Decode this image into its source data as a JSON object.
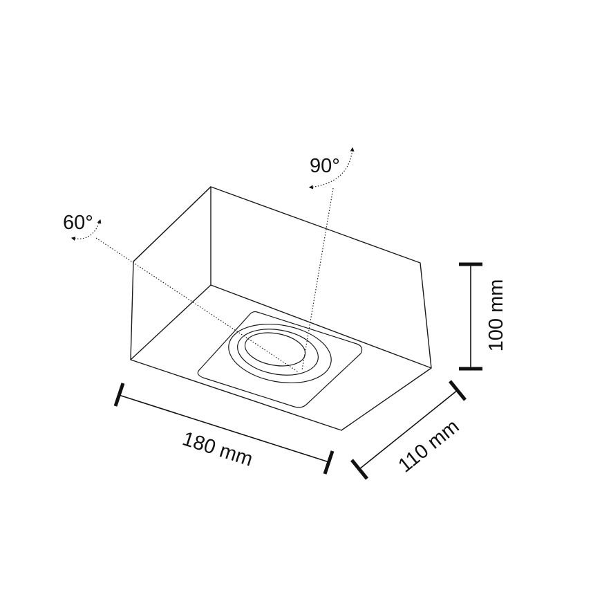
{
  "labels": {
    "angle_tilt": "60°",
    "angle_rotate": "90°",
    "length": "180 mm",
    "depth": "110 mm",
    "height": "100 mm"
  },
  "colors": {
    "line": "#1a1a1a",
    "background": "#ffffff"
  }
}
